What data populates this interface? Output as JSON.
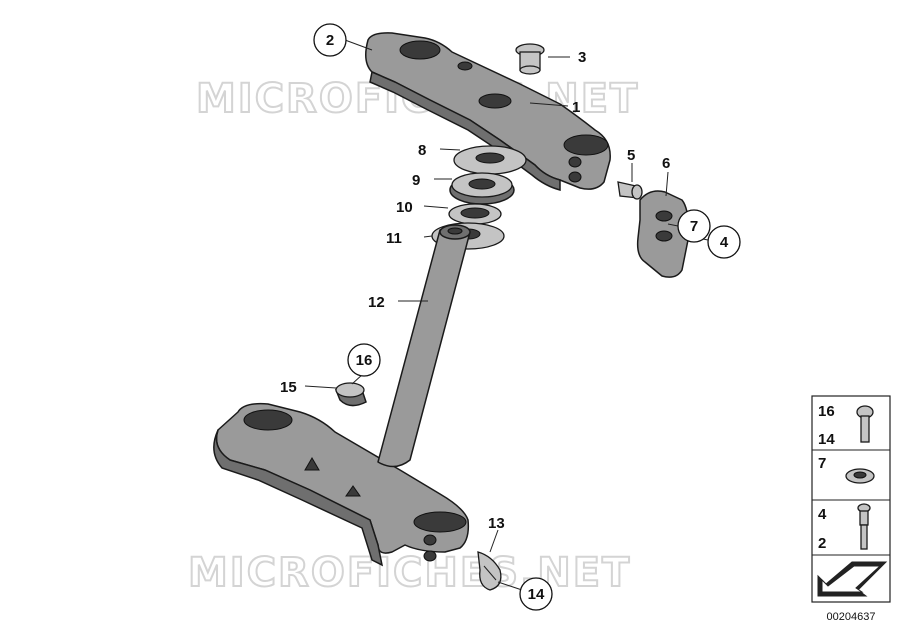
{
  "watermarks": [
    "MICROFICHES.NET",
    "MICROFICHES.NET"
  ],
  "callouts": [
    {
      "id": "c1",
      "text": "1",
      "circled": false
    },
    {
      "id": "c2",
      "text": "2",
      "circled": true
    },
    {
      "id": "c3",
      "text": "3",
      "circled": false
    },
    {
      "id": "c4",
      "text": "4",
      "circled": true
    },
    {
      "id": "c5",
      "text": "5",
      "circled": false
    },
    {
      "id": "c6",
      "text": "6",
      "circled": false
    },
    {
      "id": "c7",
      "text": "7",
      "circled": true
    },
    {
      "id": "c8",
      "text": "8",
      "circled": false
    },
    {
      "id": "c9",
      "text": "9",
      "circled": false
    },
    {
      "id": "c10",
      "text": "10",
      "circled": false
    },
    {
      "id": "c11",
      "text": "11",
      "circled": false
    },
    {
      "id": "c12",
      "text": "12",
      "circled": false
    },
    {
      "id": "c13",
      "text": "13",
      "circled": false
    },
    {
      "id": "c14",
      "text": "14",
      "circled": true
    },
    {
      "id": "c15",
      "text": "15",
      "circled": false
    },
    {
      "id": "c16",
      "text": "16",
      "circled": true
    }
  ],
  "legend": {
    "row1": {
      "top": "16",
      "bottom": "14",
      "icon": "screw-icon"
    },
    "row2": {
      "top": "7",
      "icon": "washer-icon"
    },
    "row3": {
      "top": "4",
      "bottom": "2",
      "icon": "bolt-icon"
    },
    "row4": {
      "icon": "arrow-icon"
    }
  },
  "diagram_code": "00204637",
  "colors": {
    "part": "#9a9a9a",
    "outline": "#1a1a1a",
    "watermark": "#d4d4d4"
  }
}
